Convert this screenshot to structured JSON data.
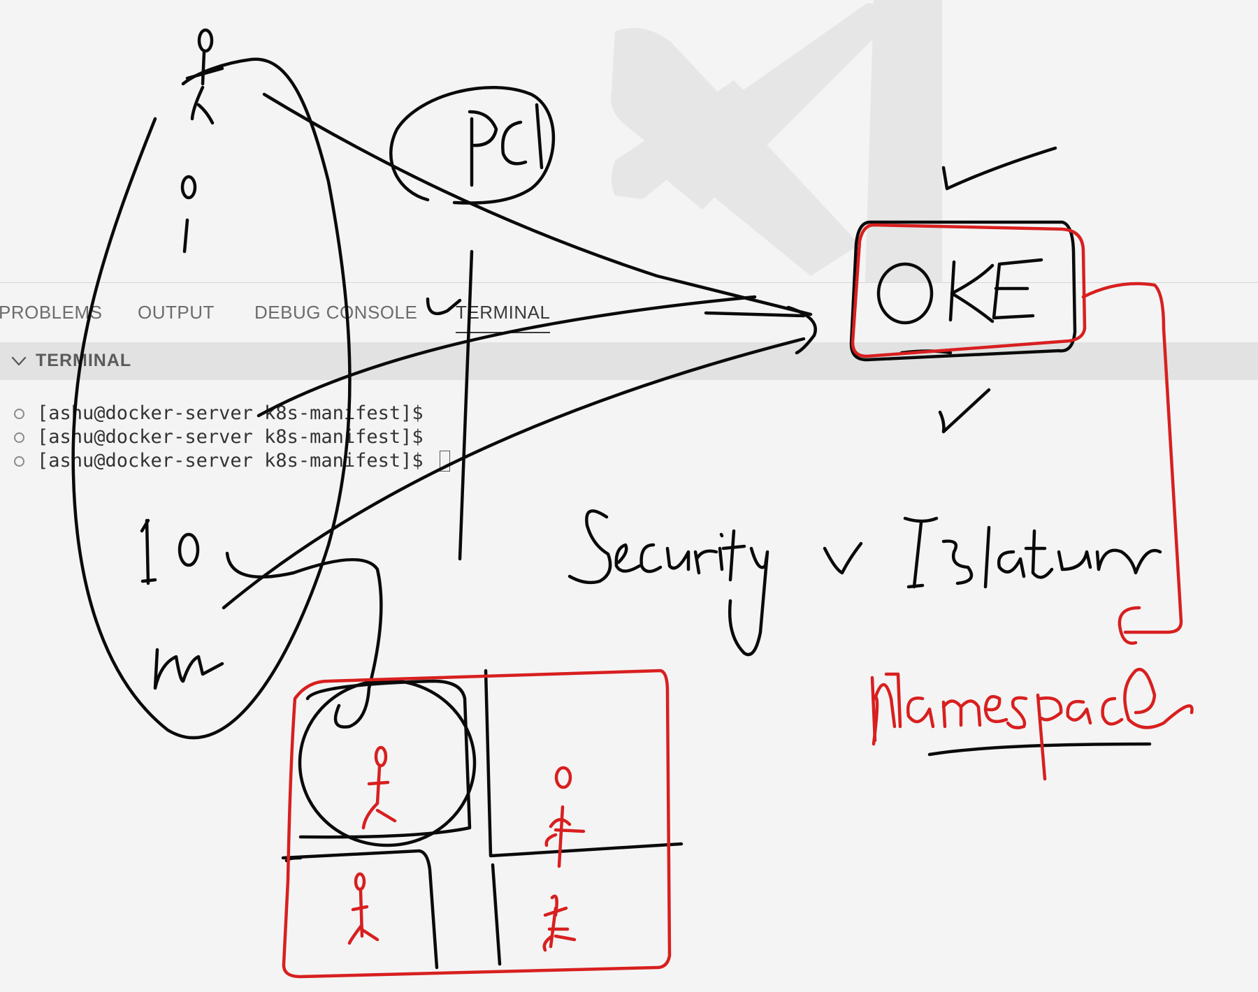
{
  "panel": {
    "tabs": [
      {
        "label": "PROBLEMS"
      },
      {
        "label": "OUTPUT"
      },
      {
        "label": "DEBUG CONSOLE"
      },
      {
        "label": "TERMINAL"
      }
    ],
    "active_tab": "TERMINAL",
    "section_title": "TERMINAL"
  },
  "terminal": {
    "lines": [
      {
        "prompt": "[ashu@docker-server k8s-manifest]$"
      },
      {
        "prompt": "[ashu@docker-server k8s-manifest]$"
      },
      {
        "prompt": "[ashu@docker-server k8s-manifest]$"
      }
    ]
  },
  "annotations": {
    "colors": {
      "black_ink": "#0a0a0a",
      "red_ink": "#d81f1f",
      "watermark": "#e6e6e6"
    }
  }
}
